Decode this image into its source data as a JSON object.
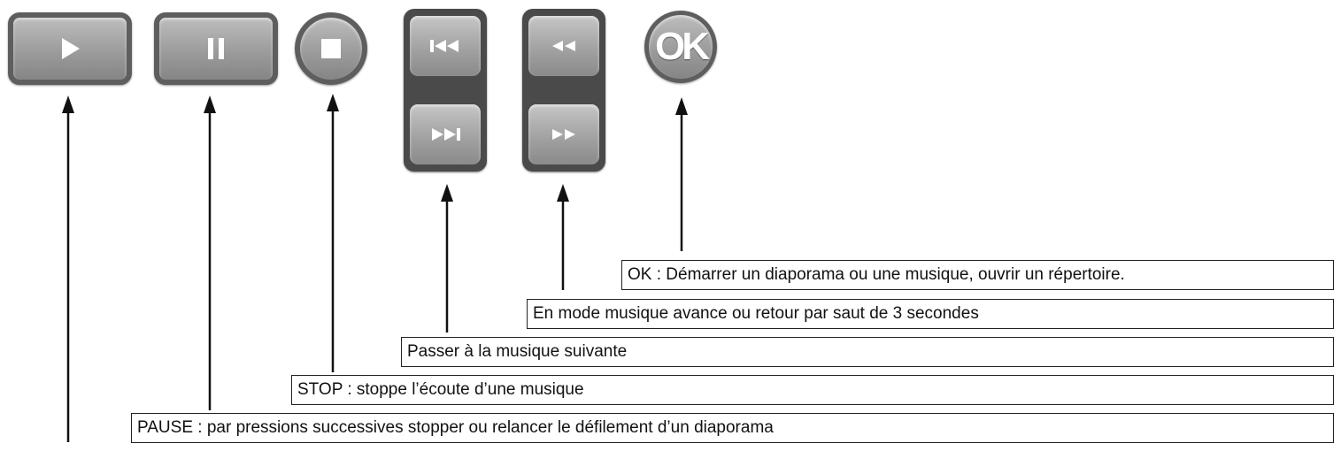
{
  "buttons": {
    "ok_text": "OK"
  },
  "labels": {
    "ok": "OK : Démarrer un diaporama ou une musique, ouvrir un répertoire.",
    "seek": "En mode musique avance ou retour par saut de 3 secondes",
    "next": "Passer à la musique suivante",
    "stop": "STOP : stoppe l’écoute d’une musique",
    "pause": "PAUSE : par pressions successives stopper ou relancer le défilement d’un diaporama"
  },
  "icons": {
    "play": "play-icon",
    "pause": "pause-icon",
    "stop": "stop-icon",
    "skip_back": "skip-back-icon",
    "skip_forward": "skip-forward-icon",
    "rewind": "rewind-icon",
    "fast_forward": "fast-forward-icon"
  },
  "colors": {
    "button_face": "#a6a6a6",
    "button_border": "#5e5e5e",
    "panel": "#4a4a4a",
    "icon": "#ffffff",
    "arrow": "#111111"
  }
}
